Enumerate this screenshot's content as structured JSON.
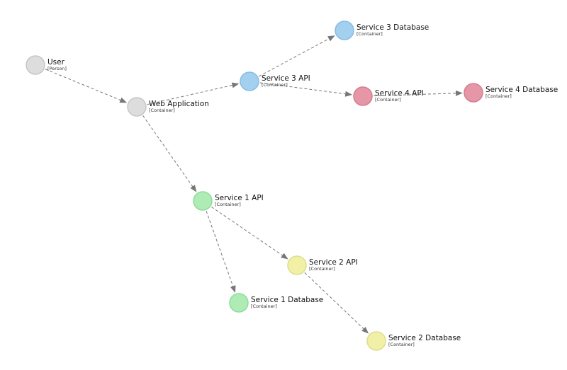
{
  "nodes": [
    {
      "id": "user",
      "name": "User",
      "type": "[Person]",
      "fill": "#dddddd",
      "stroke": "#c6c6c6"
    },
    {
      "id": "web-application",
      "name": "Web Application",
      "type": "[Container]",
      "fill": "#dddddd",
      "stroke": "#c6c6c6"
    },
    {
      "id": "service-3-api",
      "name": "Service 3 API",
      "type": "[Container]",
      "fill": "#a3d0ee",
      "stroke": "#85bde3"
    },
    {
      "id": "service-3-database",
      "name": "Service 3 Database",
      "type": "[Container]",
      "fill": "#a3d0ee",
      "stroke": "#85bde3"
    },
    {
      "id": "service-4-api",
      "name": "Service 4 API",
      "type": "[Container]",
      "fill": "#e597a7",
      "stroke": "#d67d90"
    },
    {
      "id": "service-4-database",
      "name": "Service 4 Database",
      "type": "[Container]",
      "fill": "#e597a7",
      "stroke": "#d67d90"
    },
    {
      "id": "service-1-api",
      "name": "Service 1 API",
      "type": "[Container]",
      "fill": "#aeebb5",
      "stroke": "#8fdc99"
    },
    {
      "id": "service-1-database",
      "name": "Service 1 Database",
      "type": "[Container]",
      "fill": "#aeebb5",
      "stroke": "#8fdc99"
    },
    {
      "id": "service-2-api",
      "name": "Service 2 API",
      "type": "[Container]",
      "fill": "#f1f0a6",
      "stroke": "#dedd8c"
    },
    {
      "id": "service-2-database",
      "name": "Service 2 Database",
      "type": "[Container]",
      "fill": "#f1f0a6",
      "stroke": "#dedd8c"
    }
  ],
  "edges": [
    {
      "from": "user",
      "to": "web-application"
    },
    {
      "from": "web-application",
      "to": "service-3-api"
    },
    {
      "from": "service-3-api",
      "to": "service-3-database"
    },
    {
      "from": "service-3-api",
      "to": "service-4-api"
    },
    {
      "from": "service-4-api",
      "to": "service-4-database"
    },
    {
      "from": "web-application",
      "to": "service-1-api"
    },
    {
      "from": "service-1-api",
      "to": "service-1-database"
    },
    {
      "from": "service-1-api",
      "to": "service-2-api"
    },
    {
      "from": "service-2-api",
      "to": "service-2-database"
    }
  ],
  "colors": {
    "edge": "#777777",
    "label": "#111111"
  }
}
